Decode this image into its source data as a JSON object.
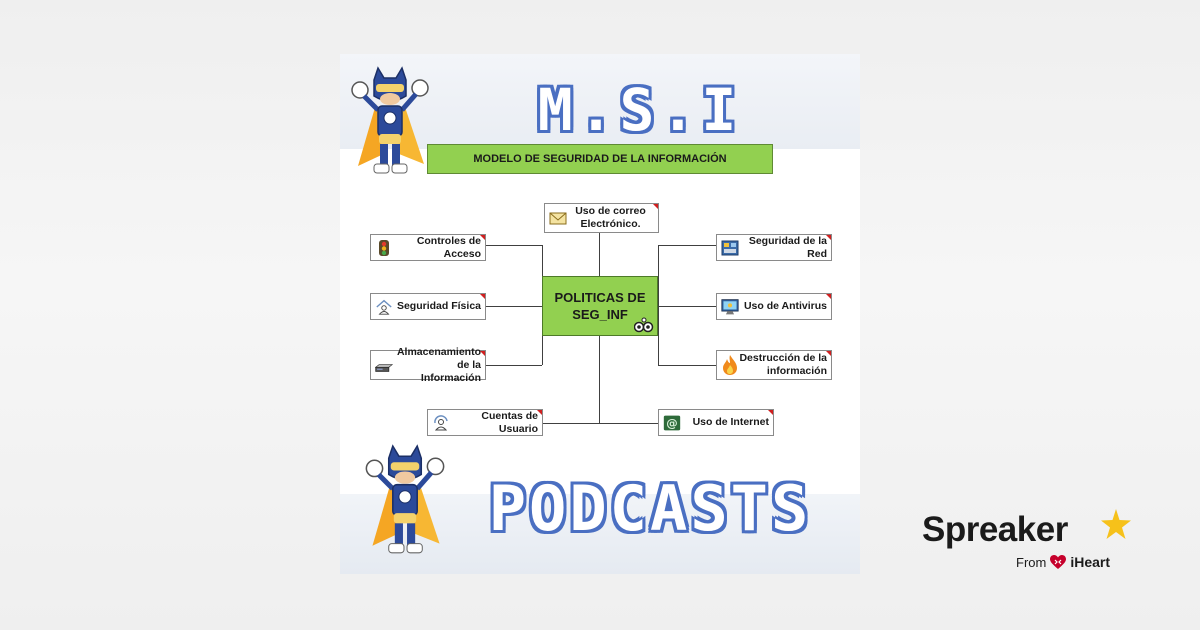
{
  "poster": {
    "title": "M.S.I",
    "subtitle": "MODELO DE SEGURIDAD DE LA INFORMACIÓN",
    "bottom_title": "PODCASTS",
    "center": {
      "line1": "POLITICAS DE",
      "line2": "SEG_INF"
    },
    "nodes": {
      "email": {
        "line1": "Uso de correo",
        "line2": "Electrónico."
      },
      "access": "Controles de Acceso",
      "physical": "Seguridad Física",
      "storage": {
        "line1": "Almacenamiento de la",
        "line2": "Información"
      },
      "accounts": "Cuentas de Usuario",
      "network": "Seguridad de la Red",
      "antivirus": "Uso de Antivirus",
      "destruction": {
        "line1": "Destrucción de la",
        "line2": "información"
      },
      "internet": "Uso de Internet"
    },
    "colors": {
      "green": "#92d050",
      "title_blue": "#4a6fc2",
      "flag_red": "#d01f1f"
    }
  },
  "brand": {
    "name": "Spreaker",
    "from": "From",
    "partner": "iHeart",
    "star_color": "#f6c11a",
    "heart_color": "#c6002b"
  },
  "icons": {
    "mascot": "superhero-mascot",
    "email": "envelope-icon",
    "access": "traffic-light-icon",
    "physical": "house-user-icon",
    "storage": "server-icon",
    "accounts": "user-sync-icon",
    "network": "network-panel-icon",
    "antivirus": "monitor-icon",
    "destruction": "fire-icon",
    "internet": "at-sign-icon"
  }
}
